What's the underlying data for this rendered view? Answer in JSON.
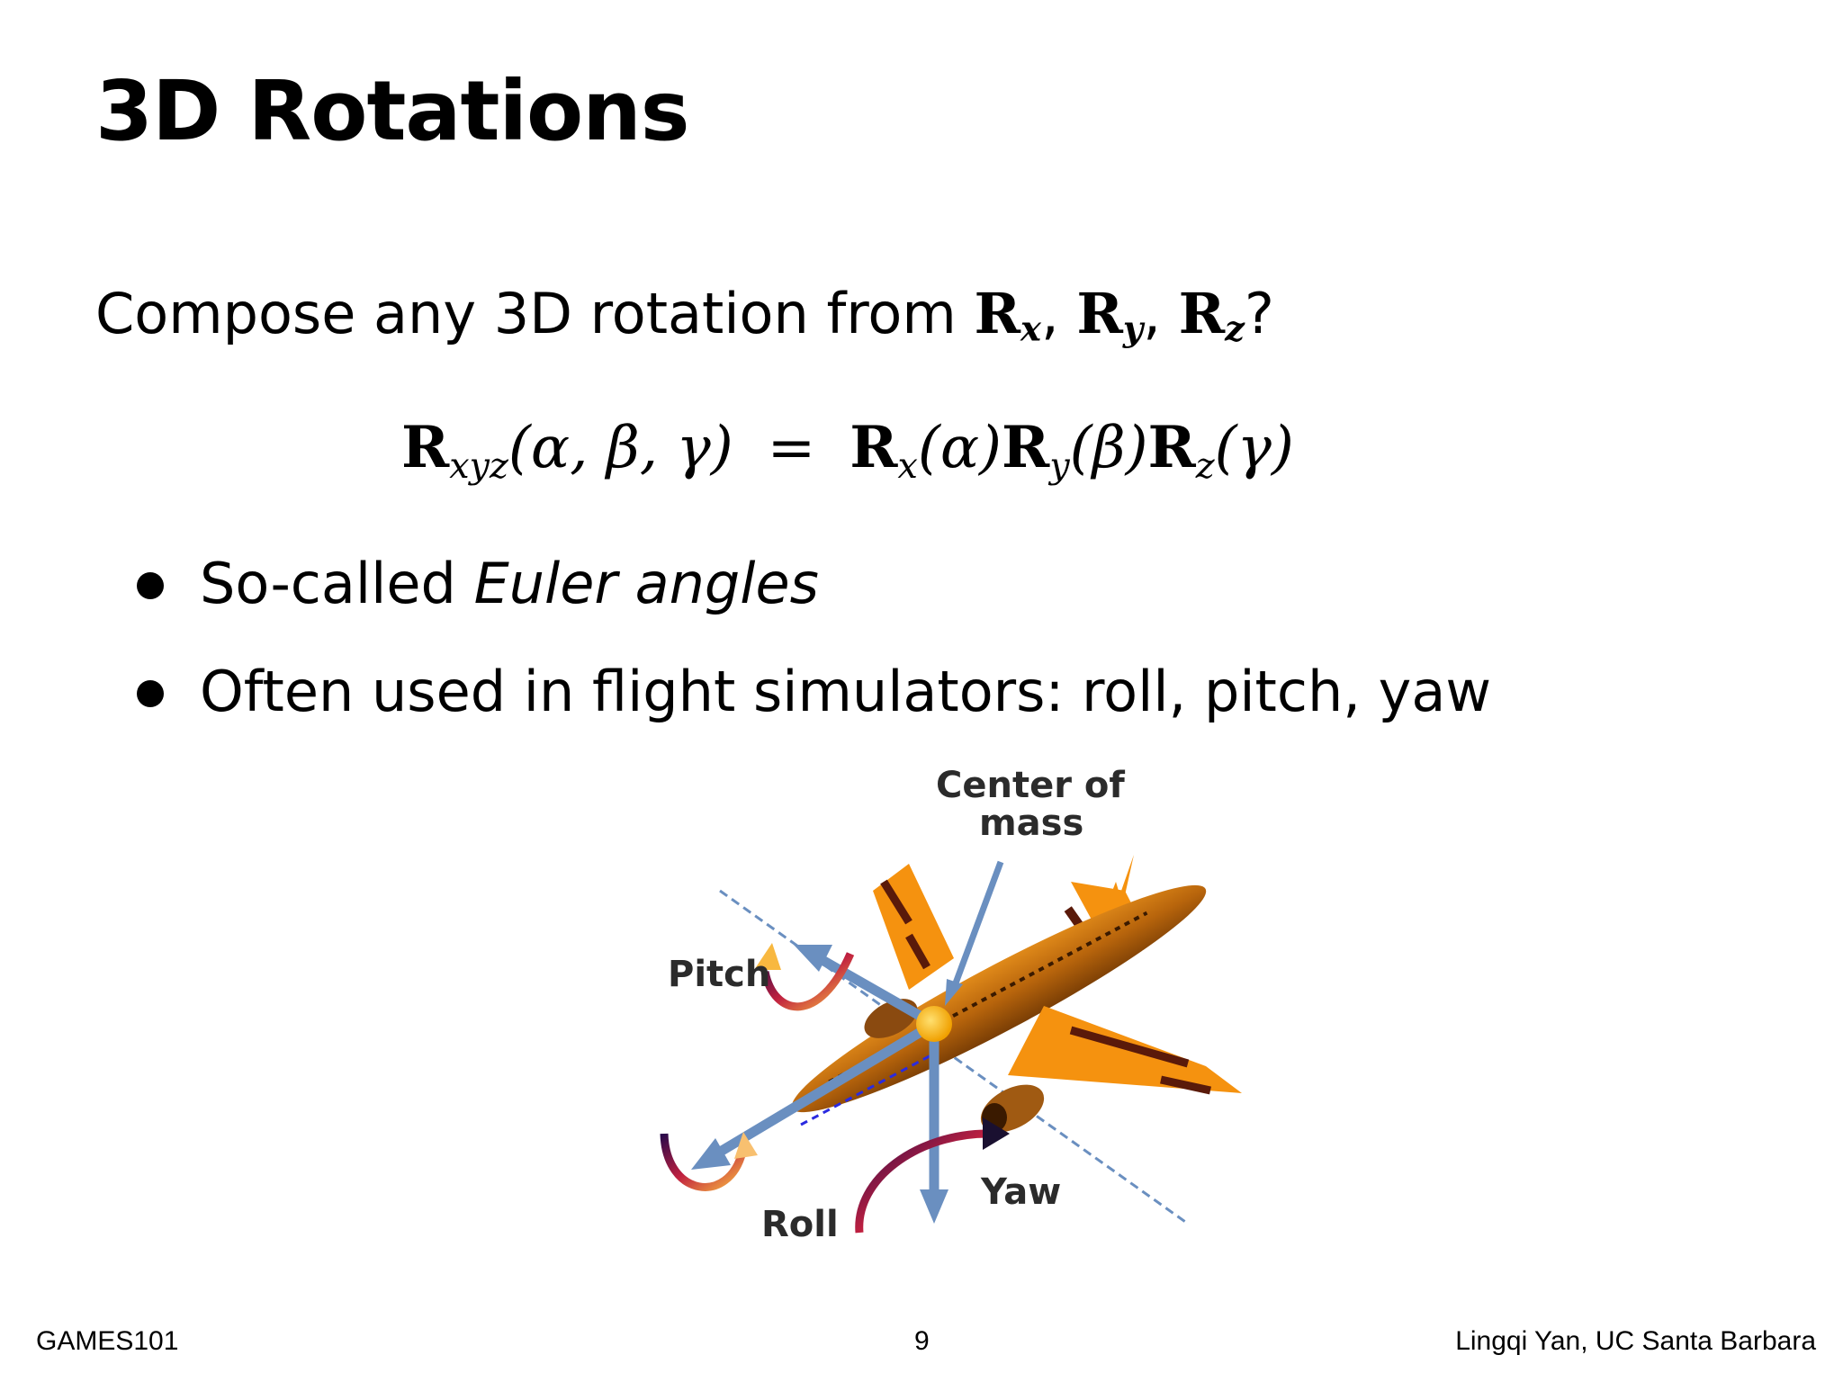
{
  "slide": {
    "title": "3D Rotations",
    "question_text": "Compose any 3D rotation from ",
    "question_terms": [
      {
        "base": "R",
        "sub": "x",
        "sep": ", "
      },
      {
        "base": "R",
        "sub": "y",
        "sep": ", "
      },
      {
        "base": "R",
        "sub": "z",
        "sep": "?"
      }
    ],
    "equation": {
      "lhs_base": "R",
      "lhs_sub": "xyz",
      "lhs_args": "(α, β, γ)",
      "equals": "=",
      "rhs": [
        {
          "base": "R",
          "sub": "x",
          "arg": "(α)"
        },
        {
          "base": "R",
          "sub": "y",
          "arg": "(β)"
        },
        {
          "base": "R",
          "sub": "z",
          "arg": "(γ)"
        }
      ]
    },
    "bullets": [
      {
        "text": "So-called ",
        "emph": "Euler angles"
      },
      {
        "text": "Often used in flight simulators: roll, pitch, yaw",
        "emph": ""
      }
    ],
    "figure": {
      "labels": {
        "center_of_mass_line1": "Center of",
        "center_of_mass_line2": "mass",
        "pitch": "Pitch",
        "roll": "Roll",
        "yaw": "Yaw"
      }
    },
    "footer": {
      "left": "GAMES101",
      "page": "9",
      "right": "Lingqi Yan, UC Santa Barbara"
    }
  }
}
